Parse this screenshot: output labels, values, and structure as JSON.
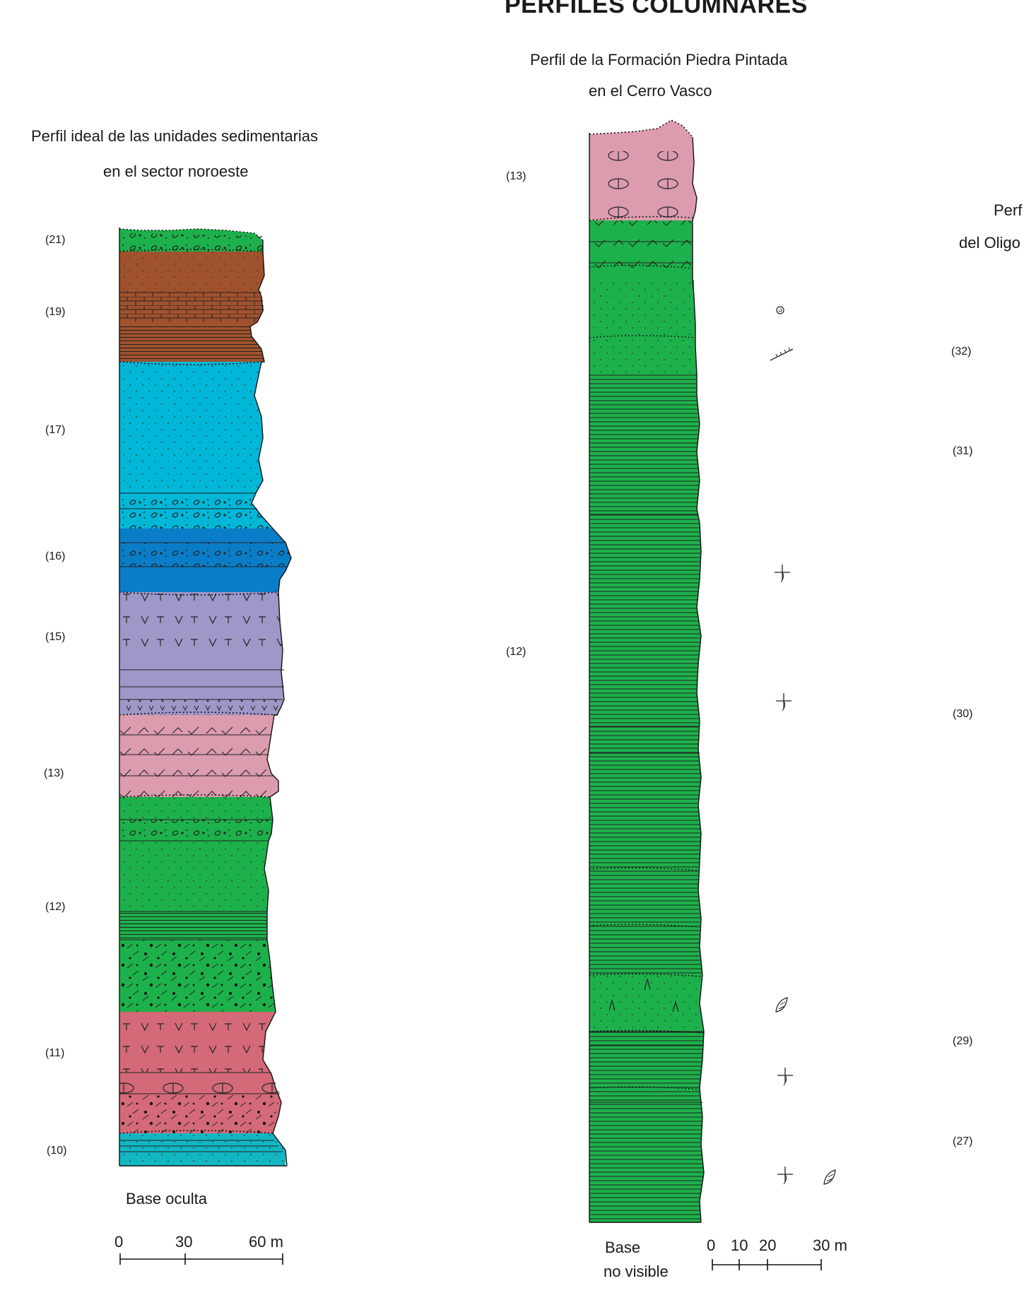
{
  "main_title": "PERFILES COLUMNARES",
  "left_profile": {
    "title_line1": "Perfil ideal de las unidades sedimentarias",
    "title_line2": "en el sector noroeste",
    "unit_labels": [
      "(21)",
      "(19)",
      "(17)",
      "(16)",
      "(15)",
      "(13)",
      "(12)",
      "(11)",
      "(10)"
    ],
    "base_label": "Base oculta",
    "scale": {
      "ticks": [
        "0",
        "30",
        "60 m"
      ]
    }
  },
  "center_profile": {
    "title_line1": "Perfil de la Formación Piedra Pintada",
    "title_line2": "en el Cerro Vasco",
    "unit_labels": [
      "(13)",
      "(12)"
    ],
    "base_label_line1": "Base",
    "base_label_line2": "no visible",
    "scale": {
      "ticks": [
        "0",
        "10",
        "20",
        "30 m"
      ]
    }
  },
  "right_profile": {
    "title_line1": "Perf",
    "title_line2": "del Oligo",
    "unit_labels": [
      "(32)",
      "(31)",
      "(30)",
      "(29)",
      "(27)"
    ]
  },
  "colors": {
    "green": "#1db14b",
    "brown": "#a0522d",
    "cyan": "#00b7d8",
    "blue": "#0a7dc8",
    "lavender": "#9e98c8",
    "pink": "#dc9cae",
    "red_pink": "#d46a78",
    "teal": "#12b7c2"
  }
}
